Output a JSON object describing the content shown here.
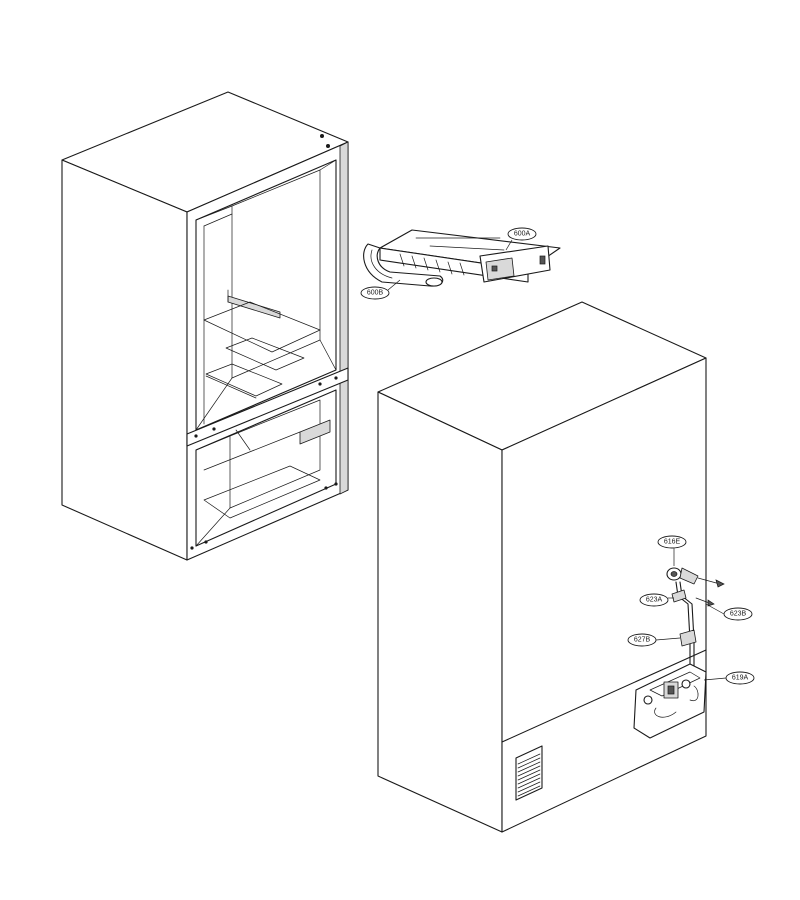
{
  "diagram": {
    "callouts": [
      {
        "id": "600A",
        "label": "600A"
      },
      {
        "id": "600B",
        "label": "600B"
      },
      {
        "id": "616E",
        "label": "616E"
      },
      {
        "id": "623A",
        "label": "623A"
      },
      {
        "id": "623B",
        "label": "623B"
      },
      {
        "id": "627B",
        "label": "627B"
      },
      {
        "id": "619A",
        "label": "619A"
      }
    ]
  }
}
